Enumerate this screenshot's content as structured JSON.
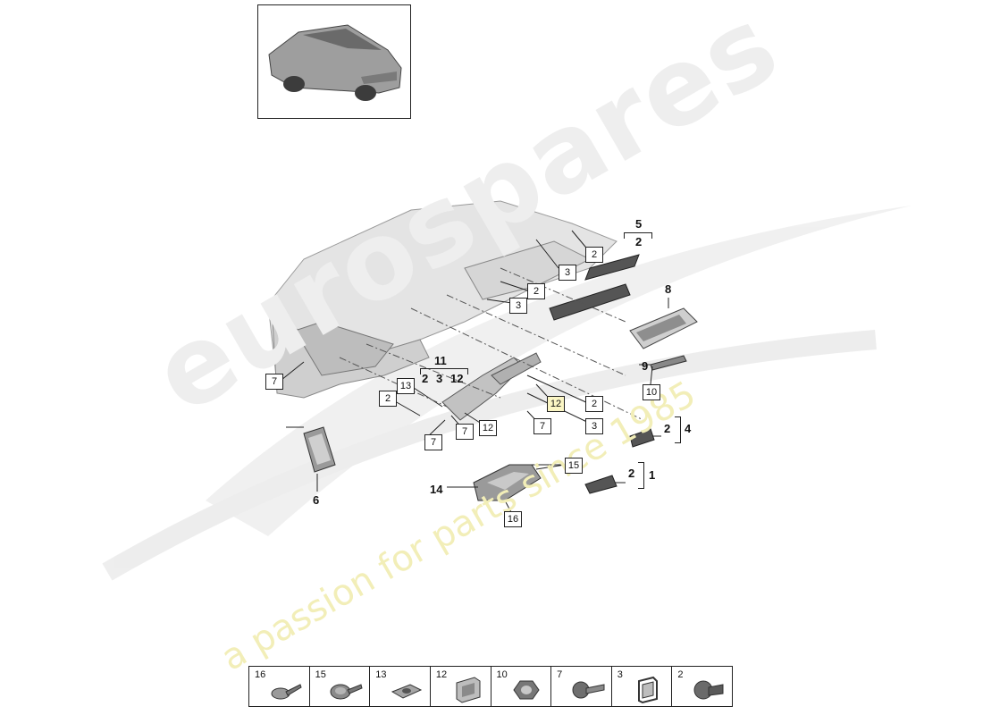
{
  "watermark": {
    "brand": "eurospares",
    "tagline": "a passion for parts since 1985"
  },
  "colors": {
    "line": "#222222",
    "part_fill": "#d8d8d8",
    "part_dark": "#6a6a6a",
    "highlight_box": "#fbf6c4",
    "watermark_grey": "#e6e6e6",
    "watermark_yellow": "#f3efb0"
  },
  "thumbnail": {
    "icon": "car-suv-rear-view-icon"
  },
  "callouts": {
    "c5": "5",
    "c5_2": "2",
    "c8": "8",
    "c9": "9",
    "c10": "10",
    "c11": "11",
    "c11_2": "2",
    "c11_3": "3",
    "c11_12": "12",
    "c4": "4",
    "c4_2": "2",
    "c1": "1",
    "c1_2": "2",
    "c6": "6",
    "c14": "14"
  },
  "boxes": {
    "b2_top": "2",
    "b3_top": "3",
    "b2_mid": "2",
    "b3_mid": "3",
    "b7_left": "7",
    "b2_left": "2",
    "b13": "13",
    "b12_hl": "12",
    "b2_right": "2",
    "b3_right": "3",
    "b7_a": "7",
    "b7_b": "7",
    "b12_b": "12",
    "b7_c": "7",
    "b15": "15",
    "b16": "16",
    "b10": "10"
  },
  "legend": [
    {
      "num": "16",
      "icon": "screw-flange-icon"
    },
    {
      "num": "15",
      "icon": "screw-washer-icon"
    },
    {
      "num": "13",
      "icon": "clip-nut-icon"
    },
    {
      "num": "12",
      "icon": "spring-clip-icon"
    },
    {
      "num": "10",
      "icon": "hex-nut-icon"
    },
    {
      "num": "7",
      "icon": "bolt-icon"
    },
    {
      "num": "3",
      "icon": "retaining-clip-icon"
    },
    {
      "num": "2",
      "icon": "expanding-rivet-icon"
    }
  ]
}
